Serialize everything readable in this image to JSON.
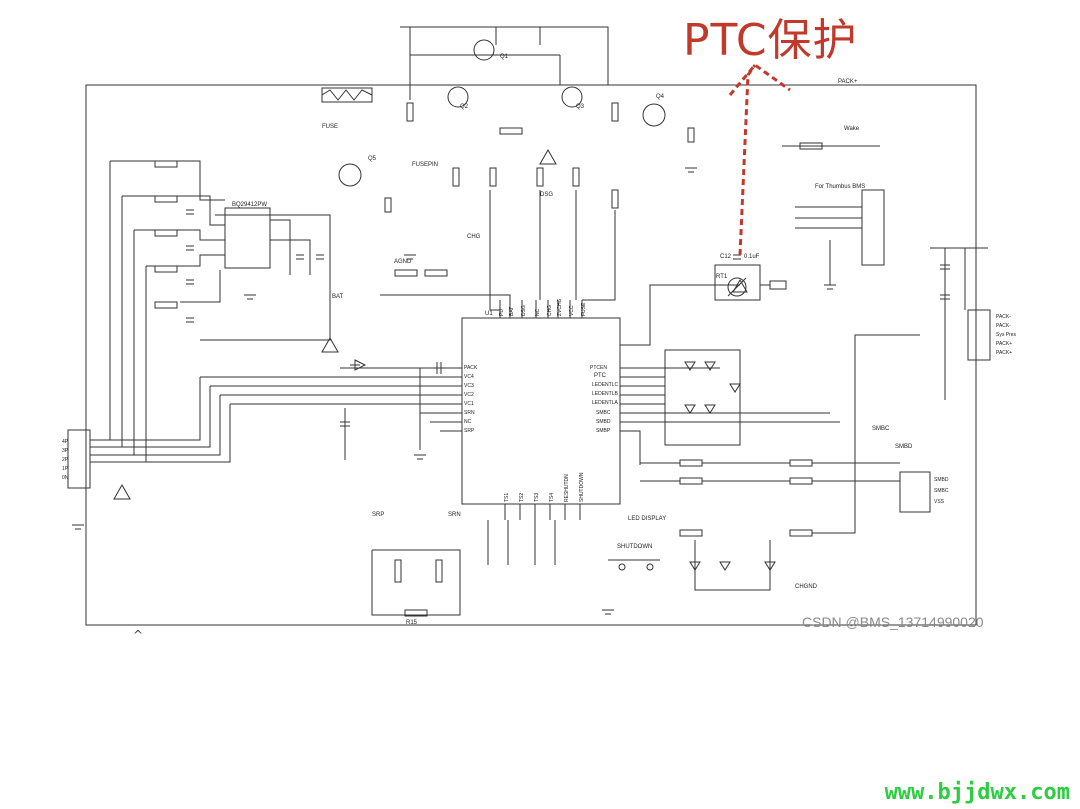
{
  "annotation": {
    "text": "PTC保护",
    "color": "#c0392b"
  },
  "watermark": "CSDN @BMS_13714990020",
  "site": "www.bjjdwx.com",
  "chip": {
    "left_pins": [
      "PACK",
      "VC4",
      "VC3",
      "VC2",
      "VC1",
      "SRN",
      "NC",
      "SRP"
    ],
    "top_pins": [
      "PU",
      "BAT",
      "DSG",
      "NC",
      "CHG",
      "ZVCHG",
      "VCC",
      "FUSE"
    ],
    "right_pins": [
      "PTCEN",
      "PTC",
      "LEDENTLC",
      "LEDENTLB",
      "LEDENTLA",
      "SMBC",
      "SMBD",
      "SMBP"
    ],
    "bottom_pins": [
      "TS1",
      "TS2",
      "TS3",
      "TS4",
      "RESHUTDN",
      "SHUTDOWN"
    ]
  },
  "left_connector": [
    "4P",
    "3P",
    "2P",
    "1P",
    "0N"
  ],
  "right_connector": [
    "PACK-",
    "PACK-",
    "Sys Pres",
    "PACK+",
    "PACK+"
  ],
  "smbus_connector": [
    "SMBD",
    "SMBC",
    "VSS"
  ],
  "labels": {
    "fuse": "FUSE",
    "fusepin": "FUSEPIN",
    "chg": "CHG",
    "dsg": "DSG",
    "bat": "BAT",
    "packp": "PACK+",
    "ptc": "RT1",
    "ptc_cap": "C12",
    "ptc_val": "0.1uF",
    "agnd": "AGND",
    "chgnd": "CHGND",
    "srp": "SRP",
    "srn": "SRN",
    "sense": "R15",
    "led_display": "LED DISPLAY",
    "shutdown": "SHUTDOWN",
    "smbc": "SMBC",
    "smbd": "SMBD",
    "wake": "Wake",
    "for_bms": "For Thumbus BMS",
    "ic2": "BQ29412PW",
    "ic1_ref": "U1",
    "q1": "Q1",
    "q2": "Q2",
    "q3": "Q3",
    "q4": "Q4",
    "q5": "Q5",
    "ptc_ref": "PTC"
  }
}
